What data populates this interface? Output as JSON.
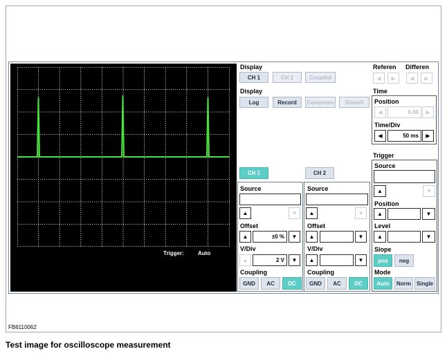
{
  "scope": {
    "trigger_label": "Trigger:",
    "trigger_value": "Auto"
  },
  "display": {
    "label1": "Display",
    "ch1": "CH 1",
    "ch2": "CH 2",
    "coupled": "Coupled",
    "label2": "Display",
    "log": "Log",
    "record": "Record",
    "compress": "Compress",
    "stimuli": "Stimuli"
  },
  "reference": {
    "label": "Referen"
  },
  "difference": {
    "label": "Differen"
  },
  "time": {
    "label": "Time",
    "position_label": "Position",
    "position_value": "0.00",
    "timediv_label": "Time/Div",
    "timediv_value": "50 ms"
  },
  "channel_tabs": {
    "ch1": "CH 1",
    "ch2": "CH 2"
  },
  "ch1": {
    "source": "Source",
    "offset": "Offset",
    "offset_value": "±0 %",
    "vdiv": "V/Div",
    "vdiv_value": "2 V",
    "coupling": "Coupling",
    "gnd": "GND",
    "ac": "AC",
    "dc": "DC"
  },
  "ch2": {
    "source": "Source",
    "offset": "Offset",
    "vdiv": "V/Div",
    "coupling": "Coupling",
    "gnd": "GND",
    "ac": "AC",
    "dc": "DC"
  },
  "trigger": {
    "label": "Trigger",
    "source": "Source",
    "position": "Position",
    "level": "Level",
    "slope": "Slope",
    "pos": "pos",
    "neg": "neg",
    "mode": "Mode",
    "auto": "Auto",
    "norm": "Norm",
    "single": "Single"
  },
  "figure_id": "FB6110062",
  "caption": "Test image for oscilloscope measurement",
  "colors": {
    "trace": "#48e03a",
    "accent": "#5ecdc6",
    "grid": "#ffffff"
  }
}
